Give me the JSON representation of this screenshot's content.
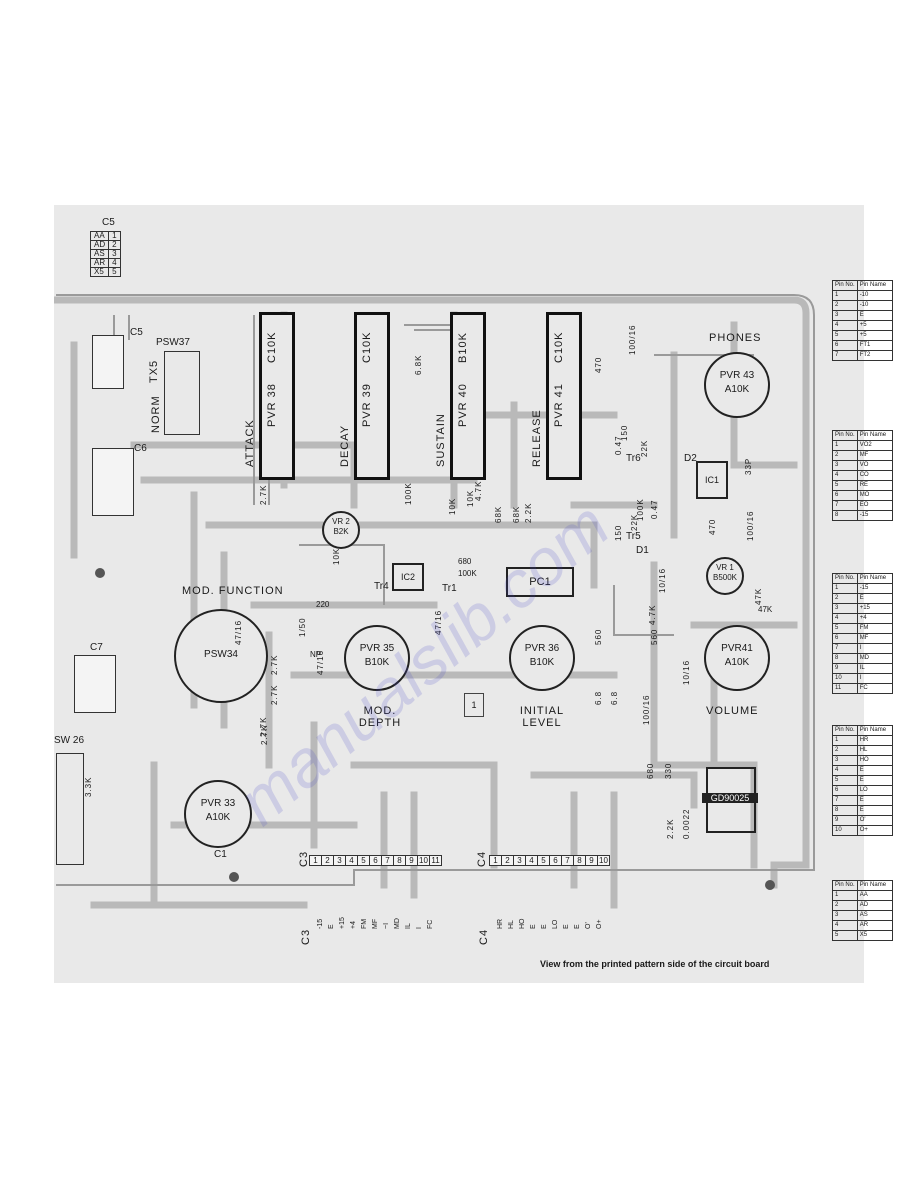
{
  "c5_table": {
    "title": "C5",
    "rows": [
      [
        "AA",
        "1"
      ],
      [
        "AD",
        "2"
      ],
      [
        "AS",
        "3"
      ],
      [
        "AR",
        "4"
      ],
      [
        "X5",
        "5"
      ]
    ]
  },
  "sliders": [
    {
      "name": "ATTACK",
      "ref": "PVR 38",
      "value": "C10K"
    },
    {
      "name": "DECAY",
      "ref": "PVR 39",
      "value": "C10K"
    },
    {
      "name": "SUSTAIN",
      "ref": "PVR 40",
      "value": "B10K"
    },
    {
      "name": "RELEASE",
      "ref": "PVR 41",
      "value": "C10K"
    }
  ],
  "pots": {
    "pvr43": {
      "ref": "PVR 43",
      "value": "A10K",
      "label": "PHONES"
    },
    "pvr35": {
      "ref": "PVR 35",
      "value": "B10K",
      "label": "MOD. DEPTH"
    },
    "pvr36": {
      "ref": "PVR 36",
      "value": "B10K",
      "label": "INITIAL LEVEL"
    },
    "pvr41b": {
      "ref": "PVR41",
      "value": "A10K",
      "label": "VOLUME"
    },
    "pvr33": {
      "ref": "PVR 33",
      "value": "A10K",
      "label": "C1"
    },
    "psw34": {
      "ref": "PSW34",
      "label": "MOD. FUNCTION"
    },
    "vr1": {
      "ref": "VR 1",
      "value": "B500K"
    },
    "vr2": {
      "ref": "VR 2",
      "value": "B2K"
    }
  },
  "switches": {
    "psw37": "PSW37",
    "tx5": "TX5",
    "norm": "NORM",
    "sw26": "SW 26"
  },
  "connectors": {
    "c5": "C5",
    "c6": "C6",
    "c7": "C7",
    "c3": {
      "label": "C3",
      "pins": [
        "1",
        "2",
        "3",
        "4",
        "5",
        "6",
        "7",
        "8",
        "9",
        "10",
        "11"
      ],
      "names": [
        "-15",
        "E",
        "+15",
        "+4",
        "FM",
        "MF",
        "~I",
        "MD",
        "IL",
        "I",
        "FC"
      ]
    },
    "c4": {
      "label": "C4",
      "pins": [
        "1",
        "2",
        "3",
        "4",
        "5",
        "6",
        "7",
        "8",
        "9",
        "10"
      ],
      "names": [
        "HR",
        "HL",
        "HO",
        "E",
        "E",
        "LO",
        "E",
        "E",
        "O'",
        "O+"
      ]
    }
  },
  "chips": {
    "ic1": "IC1",
    "ic2": "IC2",
    "pc1": "PC1",
    "gd": "GD90025",
    "d1": "D1",
    "d2": "D2",
    "tr4": "Tr4",
    "tr1": "Tr1",
    "tr5": "Tr5",
    "tr6": "Tr6",
    "box1": "1"
  },
  "components": [
    "2.7K",
    "2.7K",
    "47/16",
    "47/16",
    "10K",
    "220",
    "1/50",
    "NP",
    "47/16",
    "100K",
    "10K",
    "10K",
    "68K",
    "68K",
    "2.2K",
    "680",
    "100K",
    "4.7K",
    "6.8K",
    "470",
    "100/16",
    "0.47",
    "150",
    "22K",
    "22K",
    "100K",
    "0.47",
    "150",
    "47K",
    "33P",
    "100/16",
    "470",
    "10/16",
    "47K",
    "560",
    "560",
    "4.7K",
    "10/16",
    "6.8",
    "6.8",
    "100/16",
    "680",
    "330",
    "2.2K",
    "0.0022",
    "2.7K",
    "3.3K",
    "2.7K",
    "2.7K"
  ],
  "side_tables": [
    {
      "rows": [
        [
          "Pin No.",
          "Pin Name"
        ],
        [
          "1",
          "-10"
        ],
        [
          "2",
          "-10"
        ],
        [
          "3",
          "E"
        ],
        [
          "4",
          "+5"
        ],
        [
          "5",
          "+5"
        ],
        [
          "6",
          "FT1"
        ],
        [
          "7",
          "FT2"
        ]
      ]
    },
    {
      "rows": [
        [
          "Pin No.",
          "Pin Name"
        ],
        [
          "1",
          "VO2"
        ],
        [
          "2",
          "MF"
        ],
        [
          "3",
          "VO"
        ],
        [
          "4",
          "CO"
        ],
        [
          "5",
          "RE"
        ],
        [
          "6",
          "MO"
        ],
        [
          "7",
          "EO"
        ],
        [
          "8",
          "-15"
        ]
      ]
    },
    {
      "rows": [
        [
          "Pin No.",
          "Pin Name"
        ],
        [
          "1",
          "-15"
        ],
        [
          "2",
          "E"
        ],
        [
          "3",
          "+15"
        ],
        [
          "4",
          "+4"
        ],
        [
          "5",
          "FM"
        ],
        [
          "6",
          "MF"
        ],
        [
          "7",
          "I"
        ],
        [
          "8",
          "MD"
        ],
        [
          "9",
          "IL"
        ],
        [
          "10",
          "I"
        ],
        [
          "11",
          "FC"
        ]
      ]
    },
    {
      "rows": [
        [
          "Pin No.",
          "Pin Name"
        ],
        [
          "1",
          "HR"
        ],
        [
          "2",
          "HL"
        ],
        [
          "3",
          "HO"
        ],
        [
          "4",
          "E"
        ],
        [
          "5",
          "E"
        ],
        [
          "6",
          "LO"
        ],
        [
          "7",
          "E"
        ],
        [
          "8",
          "E"
        ],
        [
          "9",
          "O'"
        ],
        [
          "10",
          "O+"
        ]
      ]
    },
    {
      "rows": [
        [
          "Pin No.",
          "Pin Name"
        ],
        [
          "1",
          "AA"
        ],
        [
          "2",
          "AD"
        ],
        [
          "3",
          "AS"
        ],
        [
          "4",
          "AR"
        ],
        [
          "5",
          "X5"
        ]
      ]
    }
  ],
  "footer": "View from the printed pattern side of the circuit board",
  "watermark": "manualslib.com"
}
